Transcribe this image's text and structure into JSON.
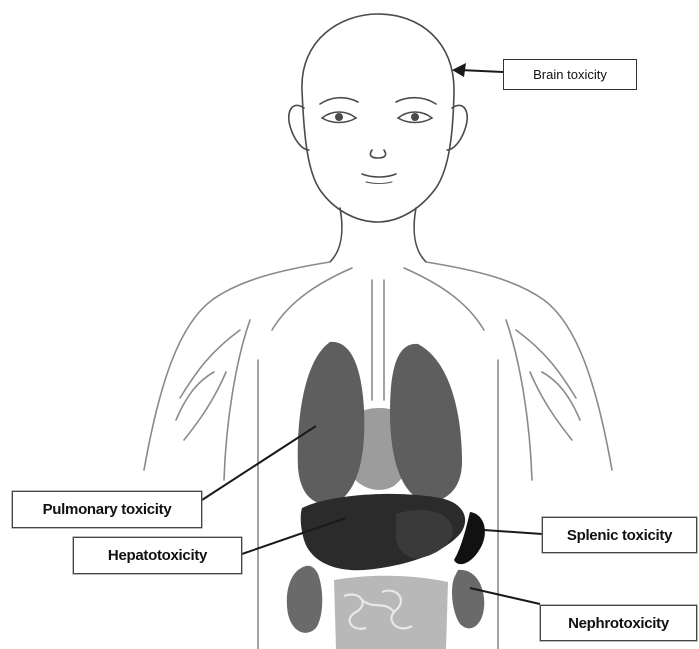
{
  "labels": {
    "brain": "Brain toxicity",
    "pulmonary": "Pulmonary toxicity",
    "hepato": "Hepatotoxicity",
    "splenic": "Splenic toxicity",
    "nephro": "Nephrotoxicity"
  },
  "colors": {
    "line": "#4a4a4a",
    "lung": "#5e5e5e",
    "liver": "#2b2b2b",
    "spleen": "#111111",
    "kidney": "#6a6a6a",
    "heart": "#9c9c9c",
    "stomach": "#3a3a3a",
    "intestine": "#b8b8b8"
  }
}
